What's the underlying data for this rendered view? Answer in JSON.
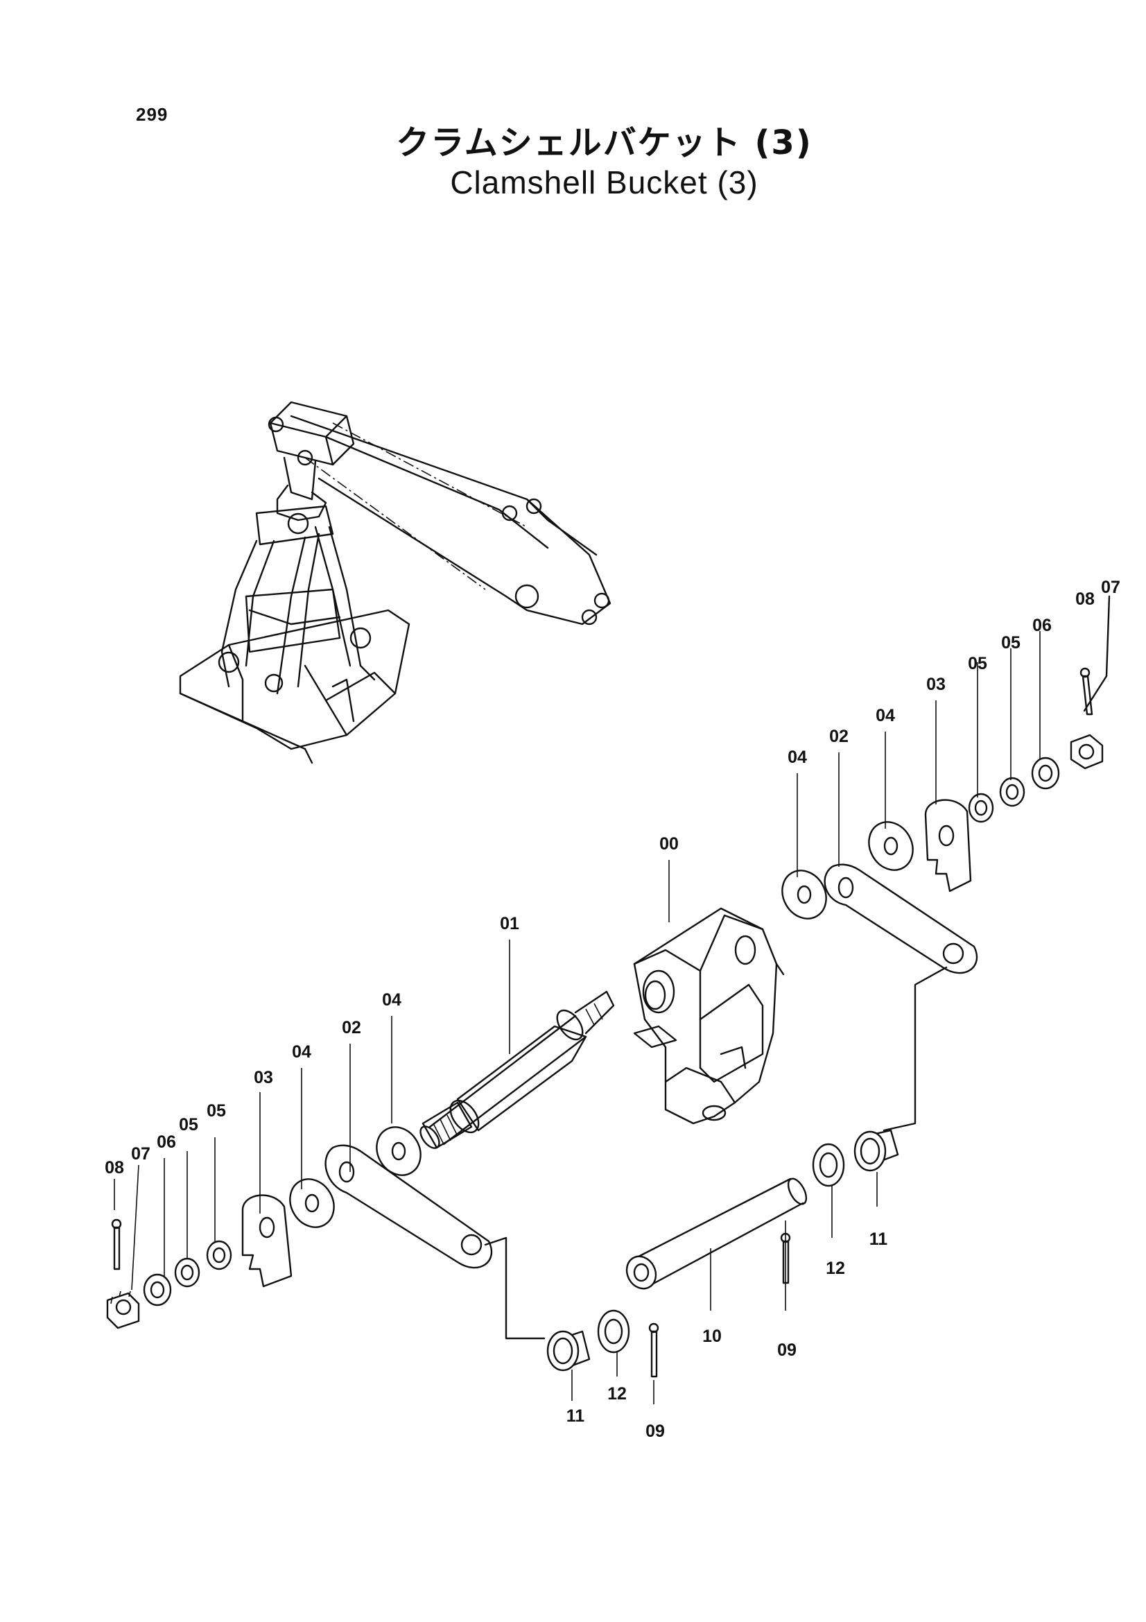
{
  "page": {
    "number": "299"
  },
  "title": {
    "japanese": "クラムシェルバケット (3)",
    "english": "Clamshell Bucket (3)"
  },
  "callouts": {
    "c00": "00",
    "c01": "01",
    "c02a": "02",
    "c02b": "02",
    "c03a": "03",
    "c03b": "03",
    "c04a": "04",
    "c04b": "04",
    "c04c": "04",
    "c04d": "04",
    "c05a": "05",
    "c05b": "05",
    "c05c": "05",
    "c05d": "05",
    "c06a": "06",
    "c06b": "06",
    "c07a": "07",
    "c07b": "07",
    "c08a": "08",
    "c08b": "08",
    "c09a": "09",
    "c09b": "09",
    "c10": "10",
    "c11a": "11",
    "c11b": "11",
    "c12a": "12",
    "c12b": "12"
  }
}
